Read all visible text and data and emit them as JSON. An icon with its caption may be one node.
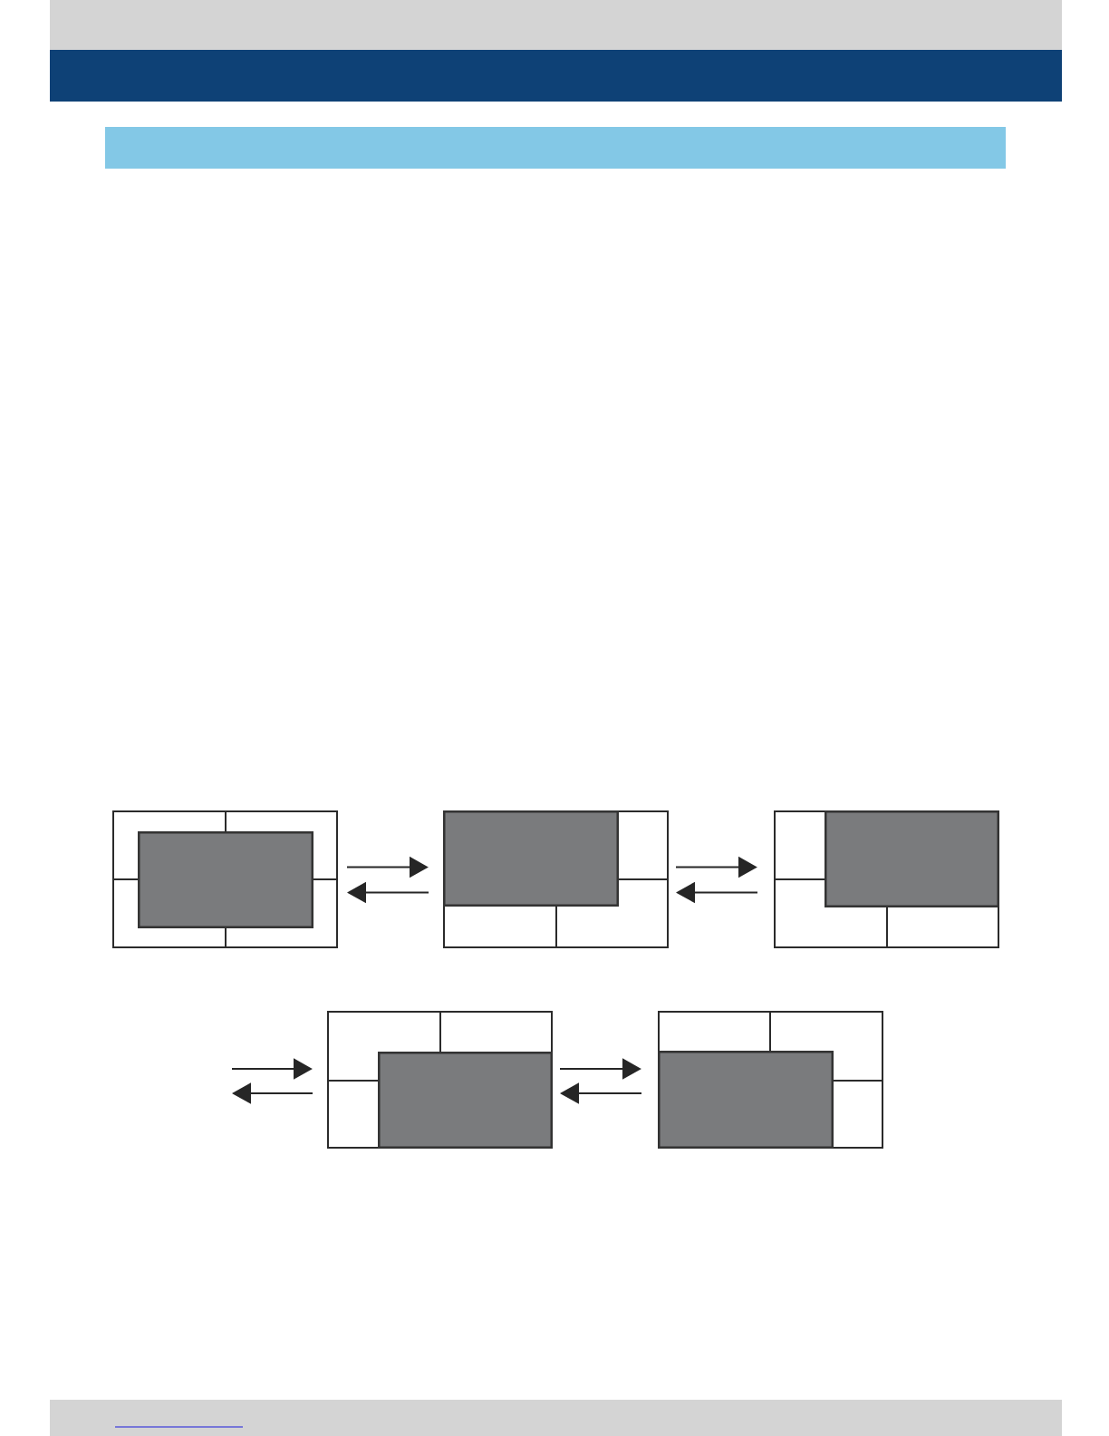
{
  "diagram": {
    "nodes": [
      {
        "text": [],
        "shape": "bar"
      },
      {
        "text": [],
        "shape": "bar"
      },
      {
        "text": [],
        "shape": "box"
      },
      {
        "text": [],
        "shape": "box",
        "in": 2
      },
      {
        "text": [],
        "shape": "box"
      },
      {
        "text": [],
        "shape": "box",
        "in": 4
      },
      {
        "text": [],
        "shape": "box"
      },
      {
        "text": [],
        "shape": "box",
        "in": 6
      },
      {
        "text": [],
        "shape": "box"
      },
      {
        "text": [],
        "shape": "box",
        "in": 8
      },
      {
        "text": [],
        "shape": "box"
      },
      {
        "text": [],
        "shape": "box",
        "in": 10
      }
    ],
    "edges": [
      {
        "from": 2,
        "to": 4,
        "arrow": "to"
      },
      {
        "from": 4,
        "to": 2,
        "arrow": "to"
      },
      {
        "from": 4,
        "to": 6,
        "arrow": "to"
      },
      {
        "from": 6,
        "to": 4,
        "arrow": "to"
      },
      {
        "from": null,
        "to": 8,
        "arrow": "to"
      },
      {
        "from": 8,
        "to": null,
        "arrow": "to"
      },
      {
        "from": 8,
        "to": 10,
        "arrow": "to"
      },
      {
        "from": 10,
        "to": 8,
        "arrow": "to"
      }
    ]
  }
}
